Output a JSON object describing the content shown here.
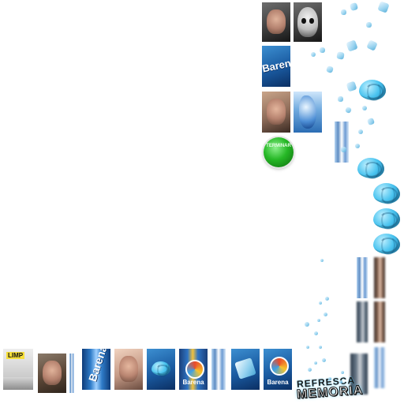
{
  "game": {
    "logo_line1": "REFRESCA",
    "logo_line2": "MEMORIA",
    "green_button_label": "TERMINAR"
  },
  "tiles": {
    "right_column": [
      {
        "id": "photo-man-cap",
        "kind": "photo"
      },
      {
        "id": "skull-art",
        "kind": "artwork"
      },
      {
        "id": "barena-blue-card",
        "kind": "brand",
        "text": "Barena"
      },
      {
        "id": "photo-man-portrait",
        "kind": "photo"
      },
      {
        "id": "blue-abstract",
        "kind": "artwork"
      }
    ],
    "bottom_row": [
      {
        "id": "band-photo",
        "kind": "photo",
        "text": "LIMP"
      },
      {
        "id": "photo-long-hair",
        "kind": "photo"
      },
      {
        "id": "barena-can",
        "kind": "brand",
        "text": "Barena"
      },
      {
        "id": "photo-bald-man",
        "kind": "photo"
      },
      {
        "id": "brain-card",
        "kind": "artwork"
      },
      {
        "id": "barena-can-gold",
        "kind": "brand",
        "text": "Barena"
      },
      {
        "id": "cube-card",
        "kind": "artwork"
      },
      {
        "id": "barena-logo-card",
        "kind": "brand",
        "text": "Barena"
      }
    ]
  },
  "colors": {
    "bubble": "#8fcfee",
    "brain": "#49c3ef",
    "accent_blue": "#1a5aa0",
    "button_green": "#26b826"
  },
  "icons": [
    "brain-icon",
    "ice-cube-icon",
    "play-button-icon"
  ]
}
